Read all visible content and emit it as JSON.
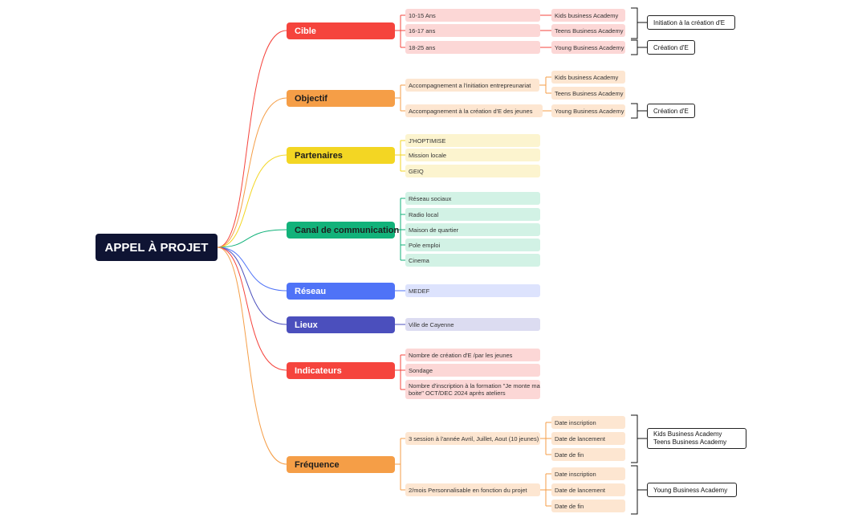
{
  "root": {
    "label": "APPEL À PROJET"
  },
  "colors": {
    "cible": "#f5443d",
    "objectif": "#f59e47",
    "partenaires": "#f3d623",
    "canal": "#12b27a",
    "reseau": "#4f73f7",
    "lieux": "#4b4fbd",
    "indicateurs": "#f5443d",
    "frequence": "#f59e47"
  },
  "branches": {
    "cible": {
      "label": "Cible",
      "items": [
        "10-15 Ans",
        "16-17 ans",
        "18-25 ans"
      ],
      "sub": [
        "Kids business Academy",
        "Teens Business Academy",
        "Young Business Academy"
      ]
    },
    "objectif": {
      "label": "Objectif",
      "items": [
        "Accompagnement a l'initiation entrepreunariat",
        "Accompagnement à la création d'E des jeunes"
      ],
      "sub": [
        "Kids business Academy",
        "Teens Business Academy",
        "Young Business Academy"
      ]
    },
    "partenaires": {
      "label": "Partenaires",
      "items": [
        "J'HOPTIMISE",
        "Mission locale",
        "GEIQ"
      ]
    },
    "canal": {
      "label": "Canal de communication",
      "items": [
        "Réseau sociaux",
        "Radio local",
        "Maison de quartier",
        "Pole emploi",
        "Cinema"
      ]
    },
    "reseau": {
      "label": "Réseau",
      "items": [
        "MEDEF"
      ]
    },
    "lieux": {
      "label": "Lieux",
      "items": [
        "Ville de Cayenne"
      ]
    },
    "indicateurs": {
      "label": "Indicateurs",
      "items": [
        "Nombre de création d'E /par les jeunes",
        "Sondage",
        "Nombre d'inscription à la formation \"Je monte ma boite\" OCT/DEC 2024 après ateliers"
      ]
    },
    "frequence": {
      "label": "Fréquence",
      "items": [
        "3 session à l'année Avril, Juillet, Aout (10 jeunes)",
        "2/mois Personnalisable en fonction du projet"
      ],
      "sub1": [
        "Date inscription",
        "Date de lancement",
        "Date de fin"
      ],
      "sub2": [
        "Date inscription",
        "Date de lancement",
        "Date de fin"
      ]
    }
  },
  "boundaries": {
    "b1": "Initiation à la création d'E",
    "b2": "Création d'E",
    "b3": "Création d'E",
    "b4_line1": "Kids Business Academy",
    "b4_line2": "Teens Business Academy",
    "b5": "Young Business Academy"
  }
}
